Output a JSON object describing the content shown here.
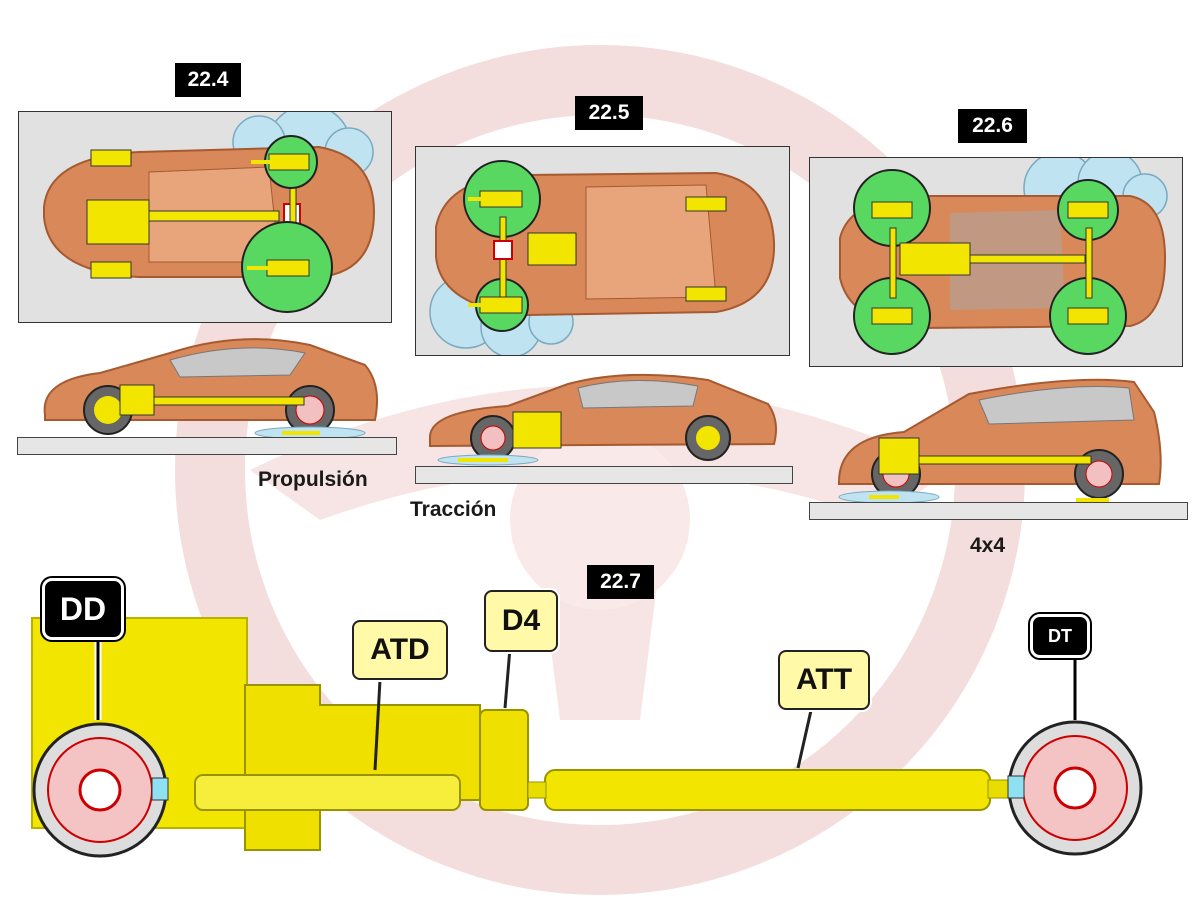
{
  "figures": {
    "f224": {
      "number": "22.4",
      "caption": "Propulsión"
    },
    "f225": {
      "number": "22.5",
      "caption": "Tracción"
    },
    "f226": {
      "number": "22.6",
      "caption": "4x4"
    },
    "f227": {
      "number": "22.7"
    }
  },
  "callouts": {
    "dd": "DD",
    "atd": "ATD",
    "d4": "D4",
    "att": "ATT",
    "dt": "DT"
  },
  "colors": {
    "car_body": "#d9885a",
    "drivetrain": "#f2e600",
    "drive_wheel": "#58d860",
    "water": "#bfe3f0",
    "watermark": "#e8b6b6"
  }
}
